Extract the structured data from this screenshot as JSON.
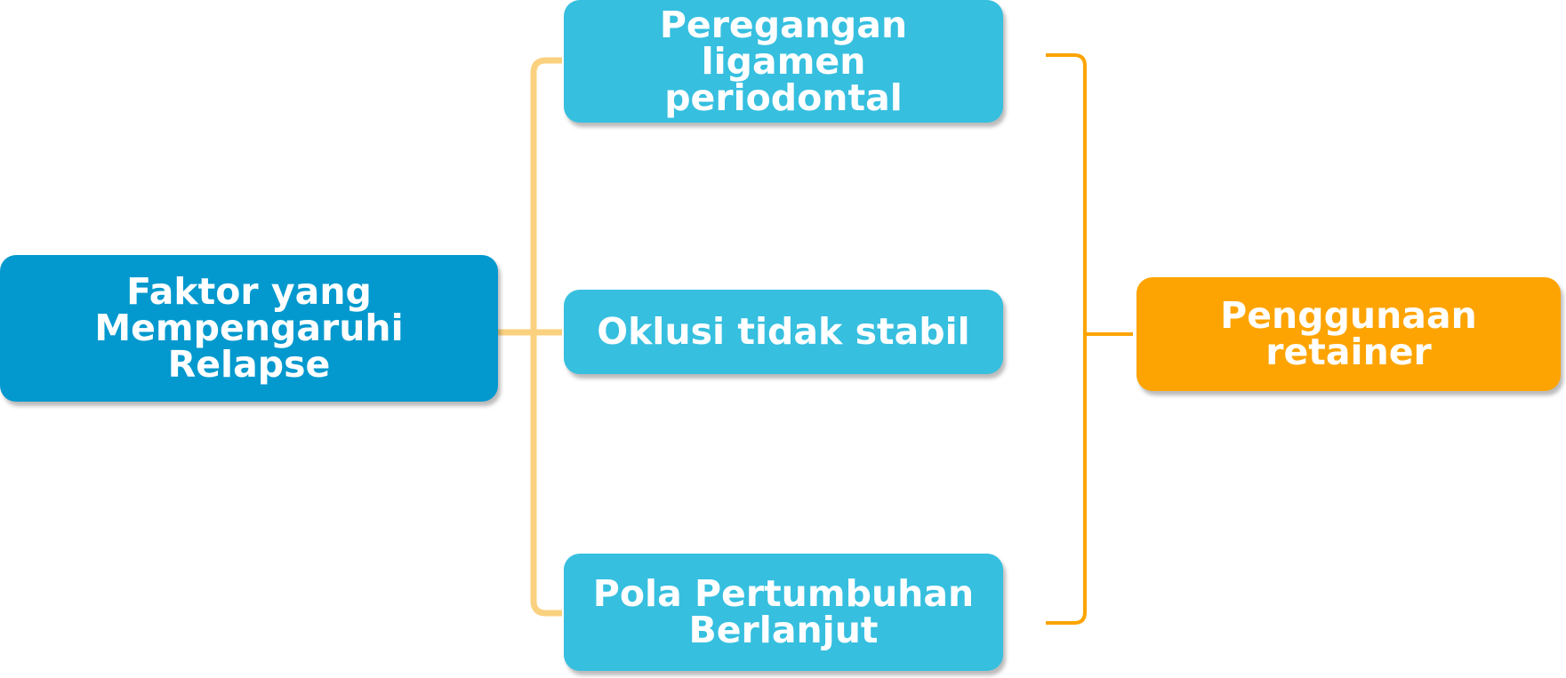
{
  "diagram": {
    "root": {
      "label": "Faktor yang Mempengaruhi Relapse"
    },
    "factors": [
      {
        "label": "Peregangan ligamen periodontal"
      },
      {
        "label": "Oklusi tidak stabil"
      },
      {
        "label": "Pola Pertumbuhan Berlanjut"
      }
    ],
    "result": {
      "label": "Penggunaan retainer"
    }
  },
  "colors": {
    "root": "#0399ce",
    "factor": "#36bfdf",
    "result": "#fda402",
    "left_connector": "#fad17f",
    "right_connector": "#fda402"
  }
}
